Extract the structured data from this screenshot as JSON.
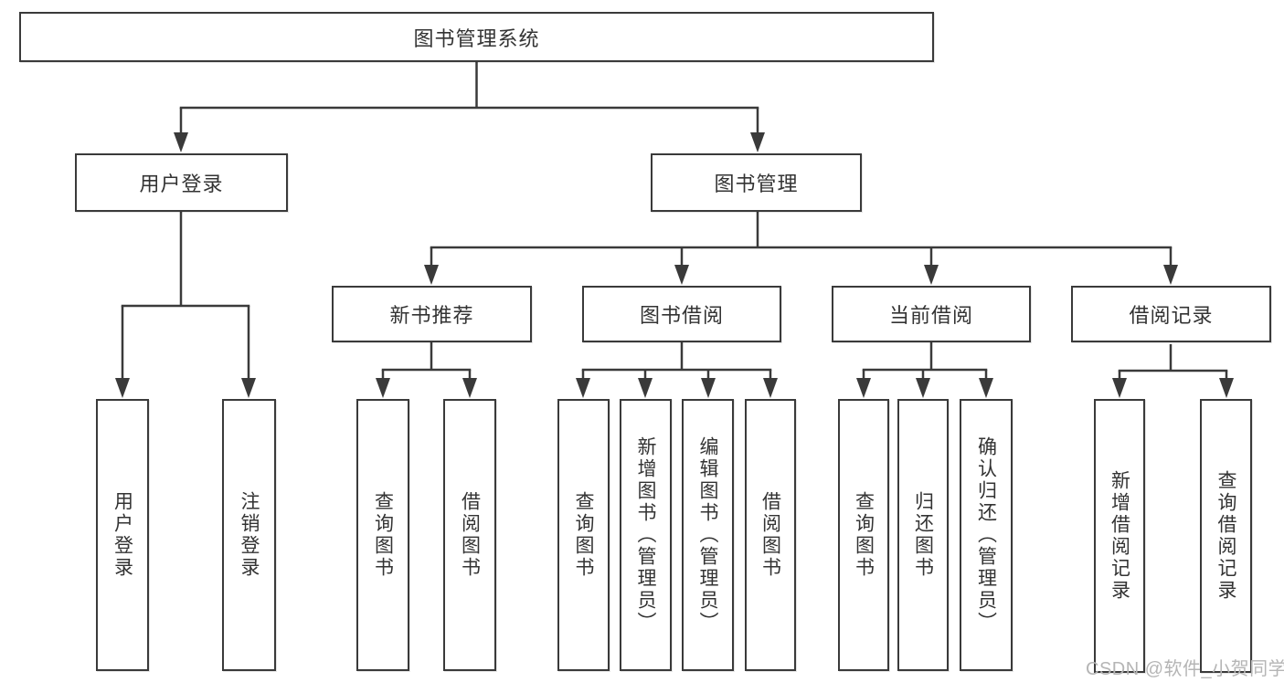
{
  "colors": {
    "line": "#3a3a3a",
    "box_border": "#3a3a3a",
    "text": "#333333",
    "watermark": "#b5b5b5",
    "background": "#ffffff"
  },
  "watermark": {
    "text": "CSDN @软件_小贺同学"
  },
  "nodes": {
    "root": "图书管理系统",
    "level2": [
      "用户登录",
      "图书管理"
    ],
    "level3": [
      "新书推荐",
      "图书借阅",
      "当前借阅",
      "借阅记录"
    ],
    "leaves_user_login": [
      "用户登录",
      "注销登录"
    ],
    "leaves_new_book_recommend": [
      "查询图书",
      "借阅图书"
    ],
    "leaves_book_borrow": [
      "查询图书",
      "新增图书（管理员）",
      "编辑图书（管理员）",
      "借阅图书"
    ],
    "leaves_current_borrow": [
      "查询图书",
      "归还图书",
      "确认归还（管理员）"
    ],
    "leaves_borrow_records": [
      "新增借阅记录",
      "查询借阅记录"
    ]
  }
}
